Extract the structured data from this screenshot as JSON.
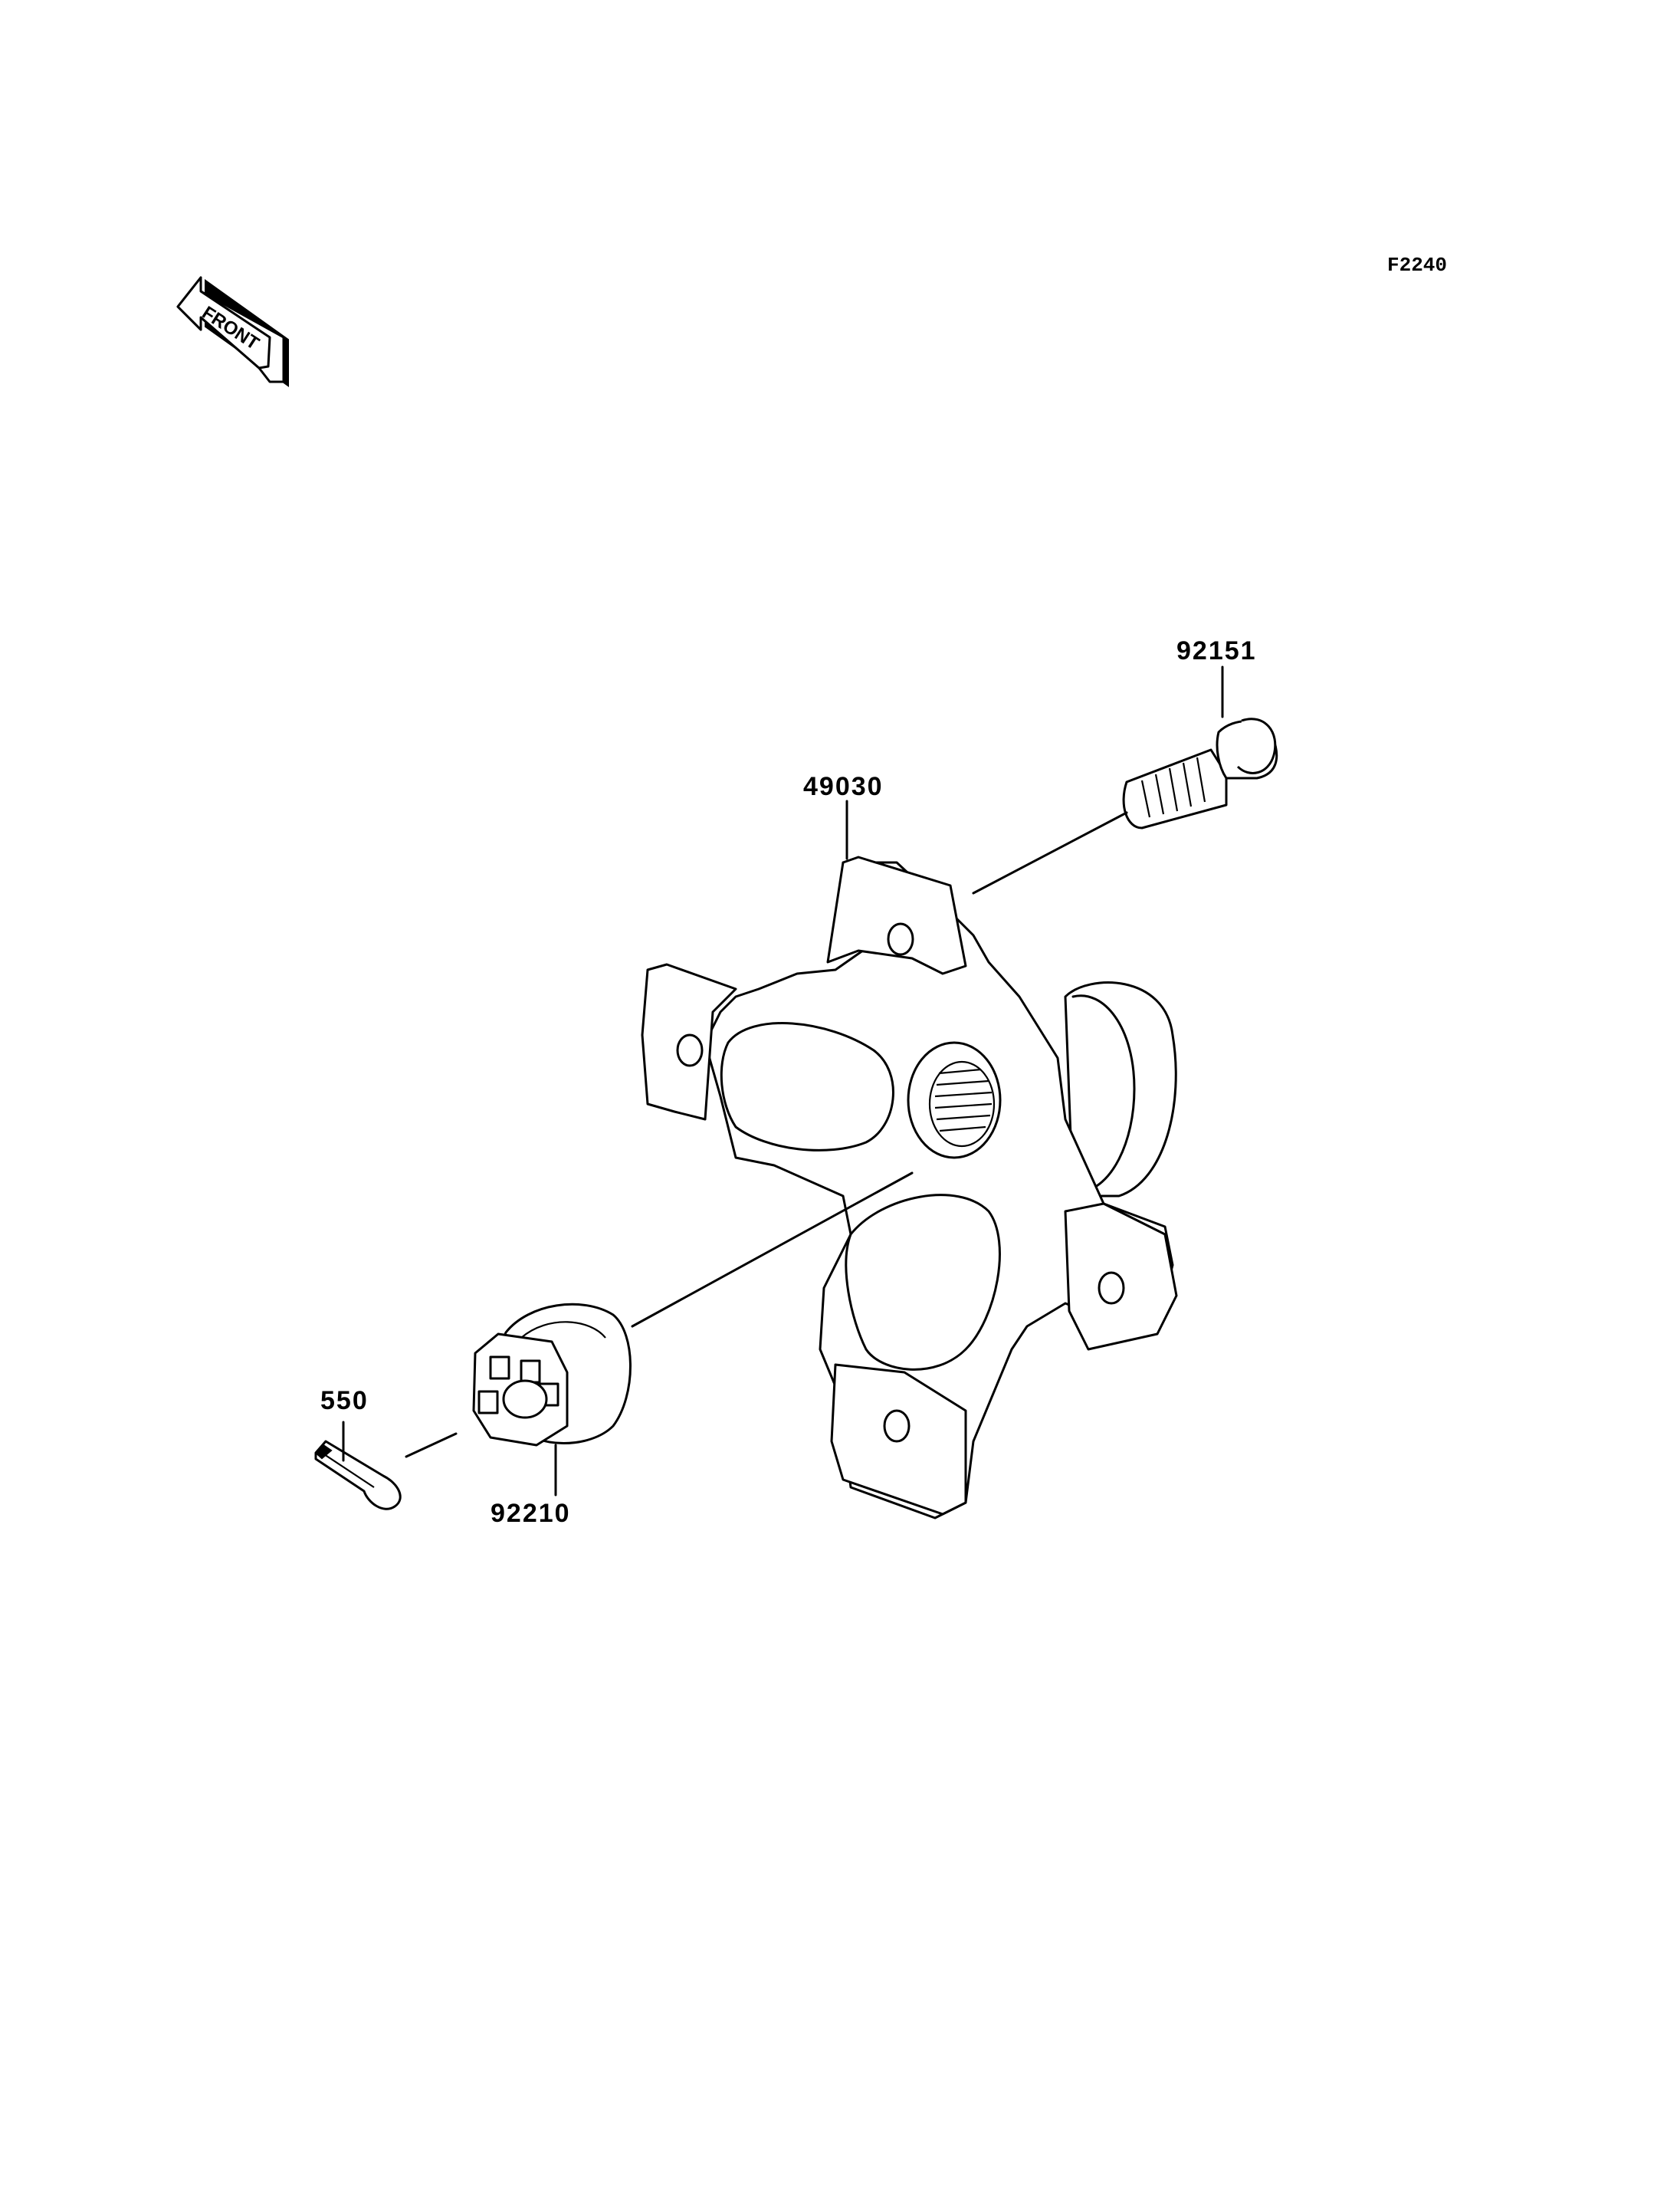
{
  "figure_id": "F2240",
  "front_arrow": {
    "label": "FRONT",
    "icon": "front-direction-arrow-icon"
  },
  "parts": [
    {
      "number": "92151",
      "name_icon": "wheel-stud-bolt-icon"
    },
    {
      "number": "49030",
      "name_icon": "wheel-hub-icon"
    },
    {
      "number": "92210",
      "name_icon": "castle-nut-icon"
    },
    {
      "number": "550",
      "name_icon": "cotter-pin-icon"
    }
  ],
  "colors": {
    "line": "#000000",
    "background": "#ffffff"
  }
}
